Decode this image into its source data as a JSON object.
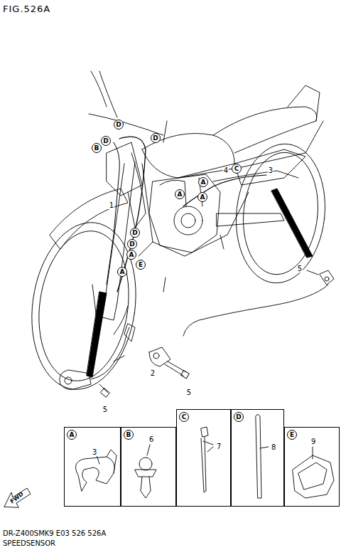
{
  "diagram": {
    "title": "FIG.526A",
    "nodes": [
      {
        "text": [
          "A",
          "3"
        ]
      },
      {
        "text": [
          "B",
          "6"
        ]
      },
      {
        "text": [
          "C",
          "7"
        ]
      },
      {
        "text": [
          "D",
          "8"
        ]
      },
      {
        "text": [
          "E",
          "9"
        ]
      }
    ],
    "labels": [
      "D",
      "D",
      "D",
      "B",
      "1",
      "D",
      "D",
      "A",
      "E",
      "A",
      "A",
      "A",
      "A",
      "4",
      "C",
      "3",
      "5",
      "2",
      "5",
      "5",
      "FWD",
      "DR-Z400SMK9 E03 526 526A",
      "SPEEDSENSOR"
    ]
  }
}
